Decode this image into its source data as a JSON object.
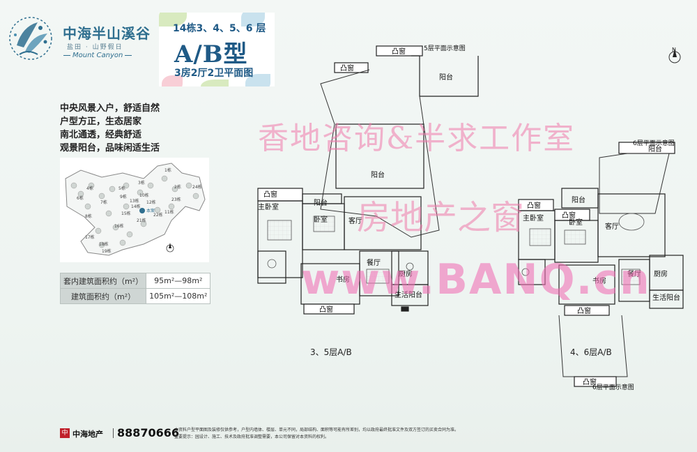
{
  "brand": {
    "name": "中海半山溪谷",
    "sub": "盐田 · 山野假日",
    "en": "Mount Canyon"
  },
  "title": {
    "line1": "14栋3、4、5、6 层",
    "line2": "A/B型",
    "line3": "3房2厅2卫平面图"
  },
  "features": [
    "中央风景入户，舒适自然",
    "户型方正，生态居家",
    "南北通透，经典舒适",
    "观景阳台，品味闲适生活"
  ],
  "site_plan": {
    "buildings": [
      "1栋",
      "2栋",
      "3栋",
      "4栋",
      "5栋",
      "6栋",
      "7栋",
      "8栋",
      "9栋",
      "10栋",
      "11栋",
      "12栋",
      "13栋",
      "14栋",
      "15栋",
      "16栋",
      "17栋",
      "18栋",
      "19栋",
      "21栋",
      "22栋",
      "23栋",
      "24栋",
      "本案"
    ]
  },
  "area_table": {
    "rows": [
      {
        "label": "套内建筑面积约（m²）",
        "value": "95m²—98m²"
      },
      {
        "label": "建筑面积约（m²）",
        "value": "105m²—108m²"
      }
    ]
  },
  "floorplan": {
    "left": {
      "rooms": {
        "bay1": "凸窗",
        "bay2": "凸窗",
        "bay3": "凸窗",
        "bay4": "凸窗",
        "balcony_top": "阳台",
        "balcony_mid": "阳台",
        "balcony_small": "阳台",
        "master": "主卧室",
        "bedroom": "卧室",
        "living": "客厅",
        "dining": "餐厅",
        "study": "书房",
        "kitchen": "厨房",
        "utility": "生活阳台",
        "level5_note": "5层平面示意图"
      },
      "caption": "3、5层A/B"
    },
    "right": {
      "rooms": {
        "bay1": "凸窗",
        "bay2": "凸窗",
        "bay3": "凸窗",
        "bay4": "凸窗",
        "balcony_top": "阳台",
        "balcony_mid": "阳台",
        "master": "主卧室",
        "bedroom": "卧室",
        "living": "客厅",
        "dining": "餐厅",
        "study": "书房",
        "kitchen": "厨房",
        "utility": "生活阳台",
        "level6_note_top": "6层平面示意图",
        "level6_note_bottom": "6层平面示意图"
      },
      "caption": "4、6层A/B"
    },
    "compass": "N"
  },
  "watermarks": {
    "line1": "香地咨询&半求工作室",
    "line2": "房地产之窗",
    "line3": "www.BANQ.cn"
  },
  "footer": {
    "brand": "中海地产",
    "phone": "88870666",
    "note_line1": "本资料户型平面图及装修仅供参考，户型内墙体、楼层、单元不同，局部结构、面积等可能有所差别，均以政府最终批准文件及双方签订的买卖合同为准。",
    "note_line2": "重要提示：园设计、施工、技术及政府批准调整需要，本公司保留对本资料的权利。"
  },
  "colors": {
    "brand_blue": "#1f5a86",
    "watermark_pink": "#ee78aa"
  }
}
